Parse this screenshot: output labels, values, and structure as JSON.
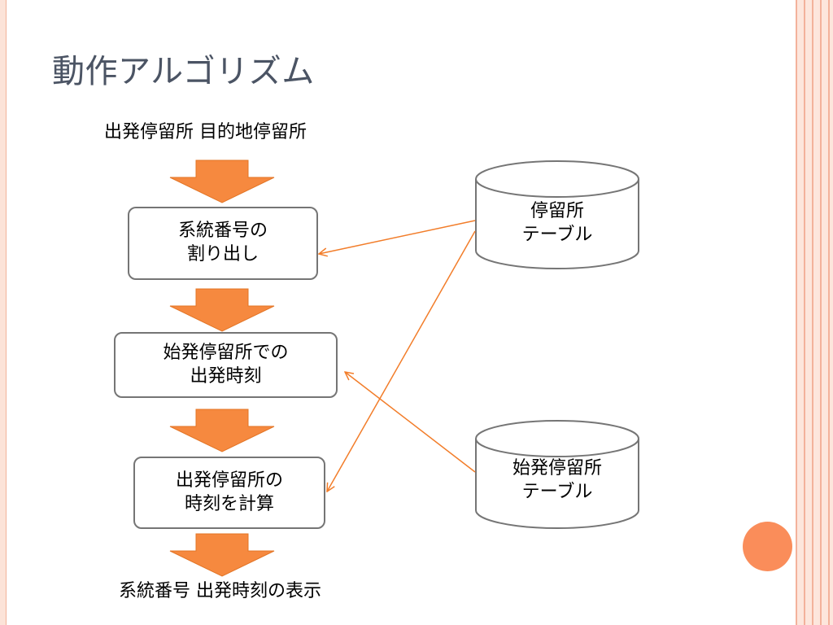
{
  "slide": {
    "title": "動作アルゴリズム",
    "input_label": "出発停留所 目的地停留所",
    "output_label": "系統番号 出発時刻の表示",
    "steps": [
      {
        "line1": "系統番号の",
        "line2": "割り出し"
      },
      {
        "line1": "始発停留所での",
        "line2": "出発時刻"
      },
      {
        "line1": "出発停留所の",
        "line2": "時刻を計算"
      }
    ],
    "databases": [
      {
        "line1": "停留所",
        "line2": "テーブル"
      },
      {
        "line1": "始発停留所",
        "line2": "テーブル"
      }
    ]
  },
  "colors": {
    "title_text": "#4b5464",
    "flow_arrow_fill": "#f6893f",
    "connector_line": "#f27d2a",
    "box_border": "#757575",
    "accent_dot": "#fa8d5a",
    "side_stripe": "#f3b29b",
    "side_background": "#fde6dc"
  }
}
